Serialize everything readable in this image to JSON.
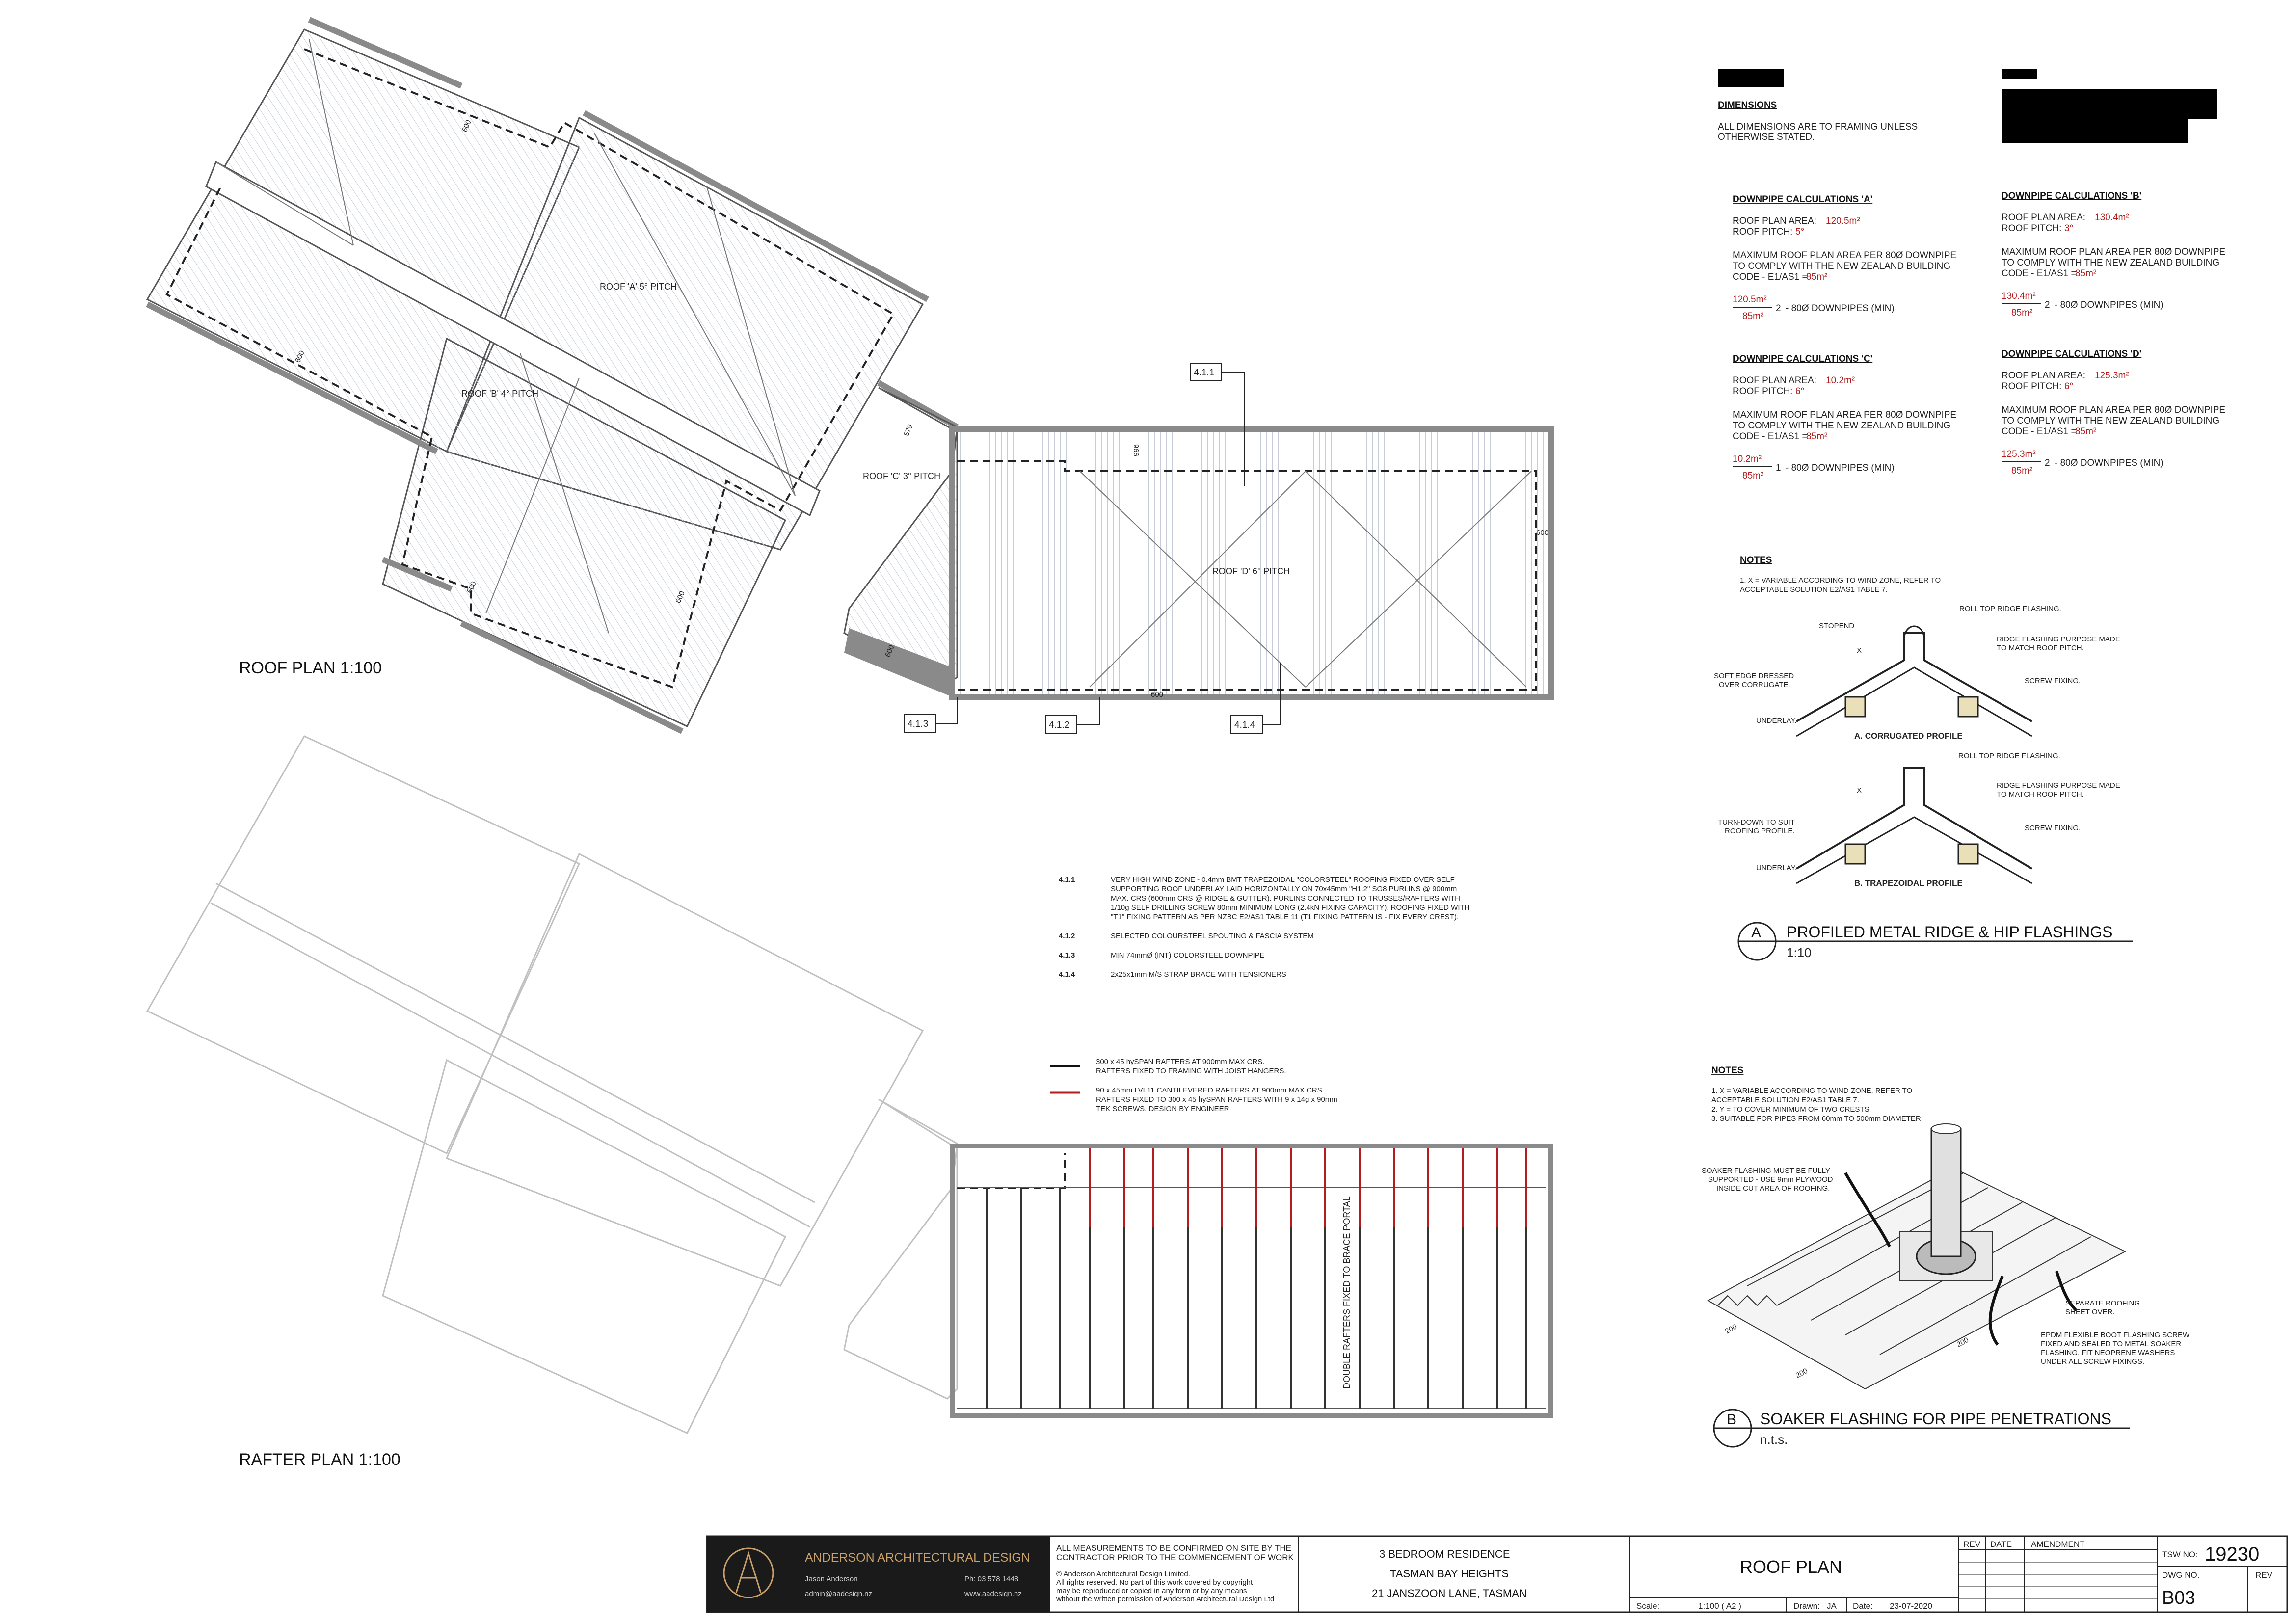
{
  "notes_header": {
    "dimensions_heading": "DIMENSIONS",
    "dimensions_text_1": "ALL DIMENSIONS ARE TO FRAMING UNLESS",
    "dimensions_text_2": "OTHERWISE STATED."
  },
  "downpipes": [
    {
      "heading": "DOWNPIPE CALCULATIONS 'A'",
      "area_label": "ROOF PLAN AREA:",
      "area": "120.5m²",
      "pitch_label": "ROOF PITCH:",
      "pitch": "5°",
      "max1": "MAXIMUM ROOF PLAN AREA PER 80Ø DOWNPIPE",
      "max2": "TO COMPLY WITH THE NEW ZEALAND BUILDING",
      "max3": "CODE - E1/AS1 =",
      "max_val": "85m²",
      "num": "120.5m²",
      "den": "85m²",
      "result": "2",
      "result_text": "- 80Ø DOWNPIPES (MIN)"
    },
    {
      "heading": "DOWNPIPE CALCULATIONS 'B'",
      "area_label": "ROOF PLAN AREA:",
      "area": "130.4m²",
      "pitch_label": "ROOF PITCH:",
      "pitch": "3°",
      "max1": "MAXIMUM ROOF PLAN AREA PER 80Ø DOWNPIPE",
      "max2": "TO COMPLY WITH THE NEW ZEALAND BUILDING",
      "max3": "CODE - E1/AS1 =",
      "max_val": "85m²",
      "num": "130.4m²",
      "den": "85m²",
      "result": "2",
      "result_text": "- 80Ø DOWNPIPES (MIN)"
    },
    {
      "heading": "DOWNPIPE CALCULATIONS 'C'",
      "area_label": "ROOF PLAN AREA:",
      "area": "10.2m²",
      "pitch_label": "ROOF PITCH:",
      "pitch": "6°",
      "max1": "MAXIMUM ROOF PLAN AREA PER 80Ø DOWNPIPE",
      "max2": "TO COMPLY WITH THE NEW ZEALAND BUILDING",
      "max3": "CODE - E1/AS1 =",
      "max_val": "85m²",
      "num": "10.2m²",
      "den": "85m²",
      "result": "1",
      "result_text": "- 80Ø DOWNPIPES (MIN)"
    },
    {
      "heading": "DOWNPIPE CALCULATIONS 'D'",
      "area_label": "ROOF PLAN AREA:",
      "area": "125.3m²",
      "pitch_label": "ROOF PITCH:",
      "pitch": "6°",
      "max1": "MAXIMUM ROOF PLAN AREA PER 80Ø DOWNPIPE",
      "max2": "TO COMPLY WITH THE NEW ZEALAND BUILDING",
      "max3": "CODE - E1/AS1 =",
      "max_val": "85m²",
      "num": "125.3m²",
      "den": "85m²",
      "result": "2",
      "result_text": "- 80Ø DOWNPIPES (MIN)"
    }
  ],
  "roof_plan": {
    "title": "ROOF PLAN 1:100",
    "roof_a": "ROOF 'A' 5° PITCH",
    "roof_b": "ROOF 'B' 4° PITCH",
    "roof_c": "ROOF 'C' 3° PITCH",
    "roof_d": "ROOF 'D' 6° PITCH",
    "dims": [
      "600",
      "600",
      "600",
      "600",
      "600",
      "600",
      "600",
      "996",
      "600",
      "579"
    ],
    "tags": [
      "4.1.1",
      "4.1.3",
      "4.1.2",
      "4.1.4"
    ]
  },
  "rafter_plan": {
    "title": "RAFTER PLAN 1:100",
    "double_rafters": "DOUBLE RAFTERS FIXED TO BRACE PORTAL"
  },
  "specs": [
    {
      "code": "4.1.1",
      "lines": [
        "VERY HIGH WIND ZONE - 0.4mm BMT TRAPEZOIDAL \"COLORSTEEL\" ROOFING FIXED OVER SELF",
        "SUPPORTING ROOF UNDERLAY LAID HORIZONTALLY ON 70x45mm \"H1.2\" SG8 PURLINS @ 900mm",
        "MAX. CRS (600mm CRS @ RIDGE & GUTTER). PURLINS CONNECTED TO TRUSSES/RAFTERS WITH",
        "1/10g SELF DRILLING SCREW 80mm MINIMUM LONG (2.4kN FIXING CAPACITY). ROOFING FIXED WITH",
        "\"T1\" FIXING PATTERN AS PER NZBC E2/AS1 TABLE 11 (T1 FIXING PATTERN IS - FIX EVERY CREST)."
      ]
    },
    {
      "code": "4.1.2",
      "lines": [
        "SELECTED COLOURSTEEL SPOUTING & FASCIA SYSTEM"
      ]
    },
    {
      "code": "4.1.3",
      "lines": [
        "MIN 74mmØ (INT) COLORSTEEL DOWNPIPE"
      ]
    },
    {
      "code": "4.1.4",
      "lines": [
        "2x25x1mm M/S STRAP BRACE WITH TENSIONERS"
      ]
    }
  ],
  "legend": [
    {
      "lines": [
        "300 x 45 hySPAN RAFTERS AT 900mm MAX CRS.",
        "RAFTERS FIXED TO FRAMING WITH JOIST HANGERS."
      ],
      "color": "#111111"
    },
    {
      "lines": [
        "90 x 45mm LVL11 CANTILEVERED RAFTERS AT 900mm MAX CRS.",
        "RAFTERS FIXED TO 300 x 45 hySPAN RAFTERS WITH 9 x 14g x 90mm",
        "TEK SCREWS. DESIGN BY ENGINEER"
      ],
      "color": "#b21e1e"
    }
  ],
  "detail_a": {
    "notes_heading": "NOTES",
    "notes": [
      "1.    X = VARIABLE ACCORDING TO WIND ZONE, REFER TO",
      "       ACCEPTABLE SOLUTION E2/AS1 TABLE 7."
    ],
    "roll_top": "ROLL TOP RIDGE FLASHING.",
    "stopend": "STOPEND",
    "ridge_purpose_1": "RIDGE FLASHING PURPOSE MADE",
    "ridge_purpose_2": "TO MATCH ROOF PITCH.",
    "soft_edge_1": "SOFT EDGE DRESSED",
    "soft_edge_2": "OVER CORRUGATE.",
    "screw": "SCREW FIXING.",
    "underlay": "UNDERLAY.",
    "profile_a": "A. CORRUGATED PROFILE",
    "turn_down_1": "TURN-DOWN TO SUIT",
    "turn_down_2": "ROOFING PROFILE.",
    "profile_b": "B. TRAPEZOIDAL PROFILE",
    "x": "X",
    "marker": "A",
    "title": "PROFILED METAL RIDGE & HIP FLASHINGS",
    "scale": "1:10"
  },
  "detail_b": {
    "notes_heading": "NOTES",
    "notes": [
      "1.   X = VARIABLE ACCORDING TO WIND ZONE, REFER TO",
      "       ACCEPTABLE SOLUTION E2/AS1 TABLE 7.",
      "2.   Y = TO COVER MINIMUM OF TWO CRESTS",
      "3.   SUITABLE FOR PIPES FROM 60mm TO 500mm DIAMETER."
    ],
    "soaker_1": "SOAKER FLASHING MUST BE FULLY",
    "soaker_2": "SUPPORTED - USE 9mm PLYWOOD",
    "soaker_3": "INSIDE CUT AREA OF ROOFING.",
    "separate_1": "SEPARATE ROOFING",
    "separate_2": "SHEET OVER.",
    "epdm_1": "EPDM FLEXIBLE BOOT FLASHING SCREW",
    "epdm_2": "FIXED AND SEALED TO METAL SOAKER",
    "epdm_3": "FLASHING. FIT NEOPRENE WASHERS",
    "epdm_4": "UNDER ALL SCREW FIXINGS.",
    "dim_200": "200",
    "marker": "B",
    "title": "SOAKER FLASHING FOR PIPE PENETRATIONS",
    "scale": "n.t.s."
  },
  "title_block": {
    "company": "ANDERSON ARCHITECTURAL DESIGN",
    "person": "Jason Anderson",
    "phone": "Ph: 03 578 1448",
    "email": "admin@aadesign.nz",
    "web": "www.aadesign.nz",
    "disclaimer_1": "ALL MEASUREMENTS TO BE CONFIRMED ON SITE BY THE",
    "disclaimer_2": "CONTRACTOR PRIOR TO THE COMMENCEMENT OF WORK",
    "copyright_1": "© Anderson Architectural Design Limited.",
    "copyright_2": "All rights reserved. No part of this work covered by copyright",
    "copyright_3": "may be reproduced or copied in any form or by any means",
    "copyright_4": "without the written permission of Anderson Architectural Design Ltd",
    "project_1": "3 BEDROOM RESIDENCE",
    "project_2": "TASMAN BAY HEIGHTS",
    "project_3": "21 JANSZOON LANE, TASMAN",
    "sheet_title": "ROOF PLAN",
    "scale_label": "Scale:",
    "scale": "1:100 ( A2 )",
    "drawn_label": "Drawn:",
    "drawn": "JA",
    "date_label": "Date:",
    "date": "23-07-2020",
    "rev_h": "REV",
    "date_h": "DATE",
    "amend_h": "AMENDMENT",
    "tsw_label": "TSW NO:",
    "tsw": "19230",
    "dwg_label": "DWG NO.",
    "dwg": "B03",
    "rev_label": "REV"
  },
  "colors": {
    "accent_red": "#b21e1e",
    "logo_gold": "#c9a06a",
    "title_bg": "#1a1a1a"
  }
}
